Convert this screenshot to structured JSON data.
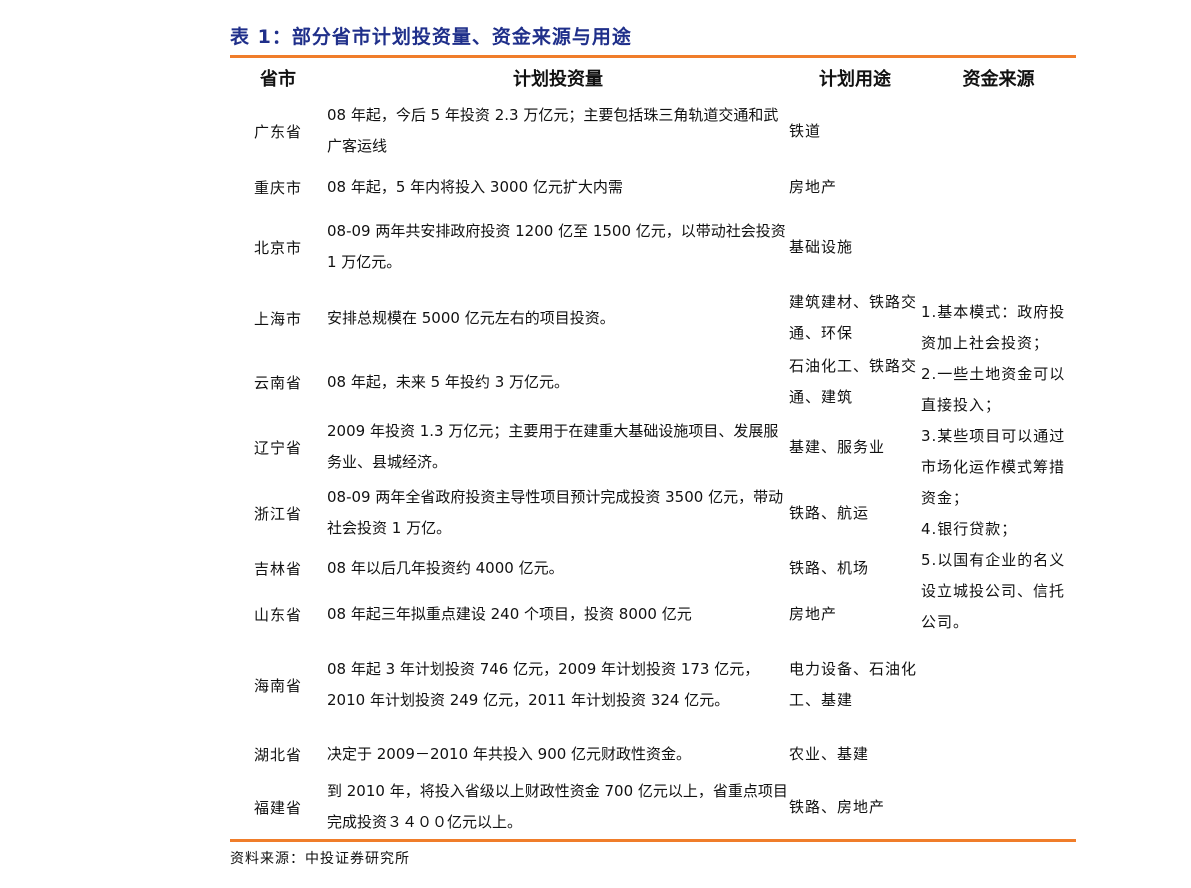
{
  "title": "表 1：部分省市计划投资量、资金来源与用途",
  "headers": {
    "province": "省市",
    "plan": "计划投资量",
    "use": "计划用途",
    "fund": "资金来源"
  },
  "rows": [
    {
      "province": "广东省",
      "plan": "08 年起，今后 5 年投资 2.3 万亿元；主要包括珠三角轨道交通和武广客运线",
      "use": "铁道"
    },
    {
      "province": "重庆市",
      "plan": "08 年起，5 年内将投入 3000 亿元扩大内需",
      "use": "房地产"
    },
    {
      "province": "北京市",
      "plan": "08-09 两年共安排政府投资 1200 亿至 1500 亿元，以带动社会投资 1 万亿元。",
      "use": "基础设施"
    },
    {
      "province": "上海市",
      "plan": "安排总规模在 5000 亿元左右的项目投资。",
      "use": "建筑建材、铁路交通、环保"
    },
    {
      "province": "云南省",
      "plan": "08 年起，未来 5 年投约 3 万亿元。",
      "use": "石油化工、铁路交通、建筑"
    },
    {
      "province": "辽宁省",
      "plan": "2009 年投资 1.3 万亿元；主要用于在建重大基础设施项目、发展服务业、县城经济。",
      "use": "基建、服务业"
    },
    {
      "province": "浙江省",
      "plan": "08-09 两年全省政府投资主导性项目预计完成投资 3500 亿元，带动社会投资 1 万亿。",
      "use": "铁路、航运"
    },
    {
      "province": "吉林省",
      "plan": "08 年以后几年投资约 4000 亿元。",
      "use": "铁路、机场"
    },
    {
      "province": "山东省",
      "plan": "08 年起三年拟重点建设 240 个项目，投资 8000 亿元",
      "use": "房地产"
    },
    {
      "province": "海南省",
      "plan": "08 年起 3 年计划投资 746 亿元，2009 年计划投资 173 亿元，2010 年计划投资 249 亿元，2011 年计划投资 324 亿元。",
      "use": "电力设备、石油化工、基建"
    },
    {
      "province": "湖北省",
      "plan": "决定于 2009－2010 年共投入 900 亿元财政性资金。",
      "use": "农业、基建"
    },
    {
      "province": "福建省",
      "plan": "到 2010 年，将投入省级以上财政性资金 700 亿元以上，省重点项目完成投资３４００亿元以上。",
      "use": "铁路、房地产"
    }
  ],
  "fund_sources": [
    "1.基本模式：政府投资加上社会投资；",
    "2.一些土地资金可以直接投入；",
    "3.某些项目可以通过市场化运作模式筹措资金；",
    "4.银行贷款；",
    "5.以国有企业的名义设立城投公司、信托公司。"
  ],
  "source": "资料来源：中投证券研究所",
  "colors": {
    "title": "#1f2f8a",
    "rule": "#f07d2a"
  }
}
